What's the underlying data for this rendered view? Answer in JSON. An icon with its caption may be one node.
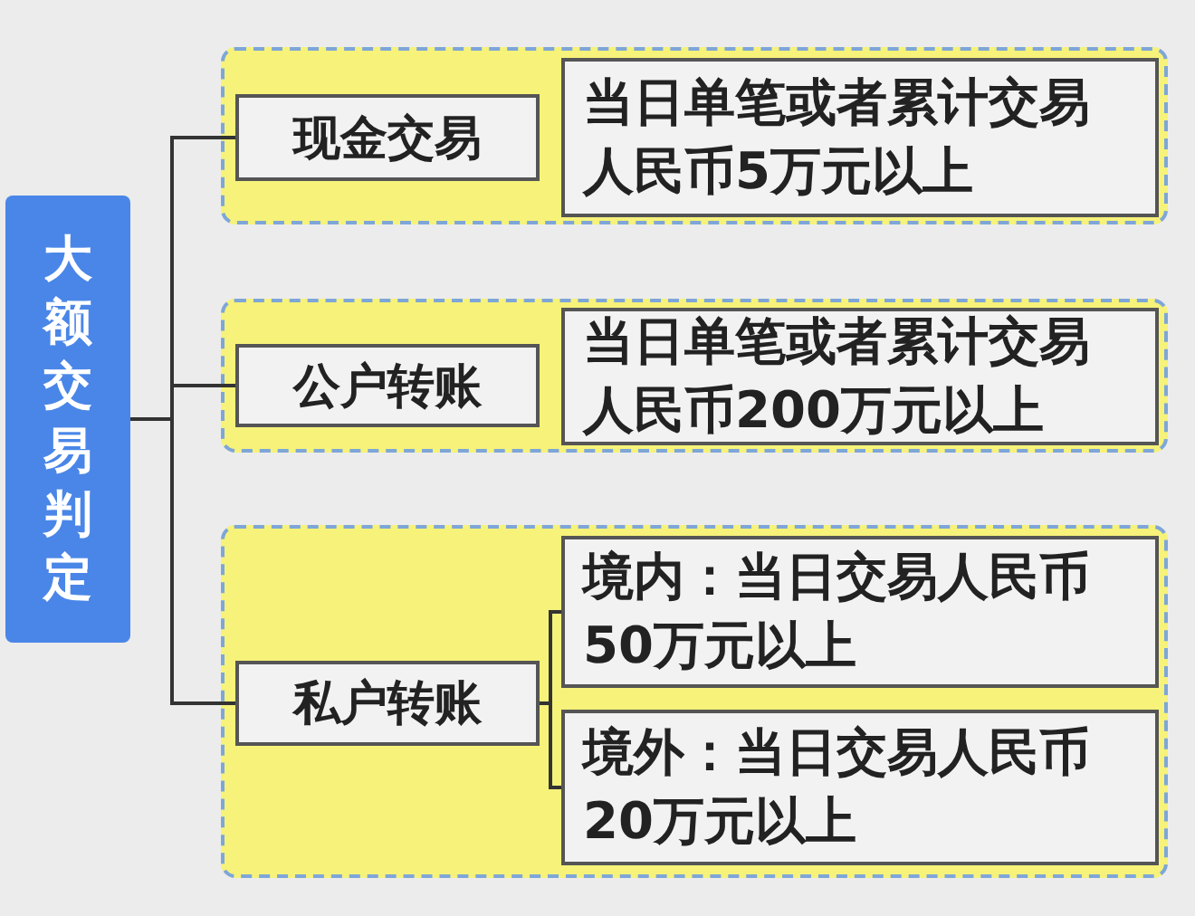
{
  "diagram": {
    "nodes": [
      {
        "text": [
          "大额交易判定"
        ]
      },
      {
        "text": [],
        "shape": "band"
      },
      {
        "text": [
          "现金交易"
        ],
        "in": 1
      },
      {
        "text": [
          "当日单笔或者累计交易人民币5万元以上"
        ],
        "in": 1
      },
      {
        "text": [],
        "shape": "band"
      },
      {
        "text": [
          "公户转账"
        ],
        "in": 4
      },
      {
        "text": [
          "当日单笔或者累计交易人民币200万元以上"
        ],
        "in": 4
      },
      {
        "text": [],
        "shape": "band"
      },
      {
        "text": [
          "私户转账"
        ],
        "in": 7
      },
      {
        "text": [
          "境内：当日交易人民币50万元以上"
        ],
        "in": 7
      },
      {
        "text": [
          "境外：当日交易人民币20万元以上"
        ],
        "in": 7
      }
    ],
    "edges": [
      {
        "from": 0,
        "to": 2,
        "arrow": "none"
      },
      {
        "from": 0,
        "to": 5,
        "arrow": "none"
      },
      {
        "from": 0,
        "to": 8,
        "arrow": "none"
      },
      {
        "from": 8,
        "to": 9,
        "arrow": "none"
      },
      {
        "from": 8,
        "to": 10,
        "arrow": "none"
      }
    ]
  }
}
